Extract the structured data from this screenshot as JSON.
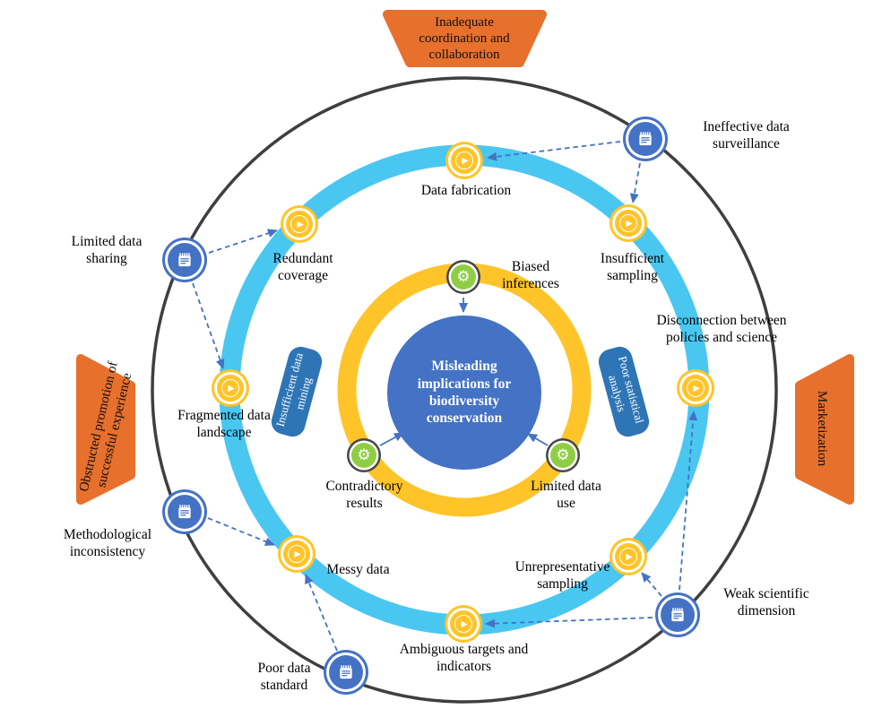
{
  "center": {
    "label": "Misleading implications for biodiversity conservation"
  },
  "banners": [
    {
      "label": "Inadequate coordination and collaboration"
    },
    {
      "label": "Marketization"
    },
    {
      "label": "Obstructed promotion of successful experience"
    }
  ],
  "ring_labels": [
    {
      "label": "Insufficient data mining"
    },
    {
      "label": "Poor statistical analysis"
    }
  ],
  "nodes": {
    "blue": [
      {
        "label": "Ineffective data surveillance"
      },
      {
        "label": "Limited data sharing"
      },
      {
        "label": "Methodological inconsistency"
      },
      {
        "label": "Poor data standard"
      },
      {
        "label": "Weak scientific dimension"
      }
    ],
    "yellow": [
      {
        "label": "Data fabrication"
      },
      {
        "label": "Insufficient sampling"
      },
      {
        "label": "Redundant coverage"
      },
      {
        "label": "Fragmented data landscape"
      },
      {
        "label": "Disconnection between policies and science"
      },
      {
        "label": "Messy data"
      },
      {
        "label": "Unrepresentative sampling"
      },
      {
        "label": "Ambiguous targets and indicators"
      }
    ],
    "green": [
      {
        "label": "Biased inferences"
      },
      {
        "label": "Contradictory results"
      },
      {
        "label": "Limited data use"
      }
    ]
  },
  "glyphs": {
    "play": "▶",
    "gear": "⚙"
  },
  "colors": {
    "orange": "#e8702d",
    "blue": "#4472c4",
    "cyan": "#49c7f1",
    "yellow": "#ffc429",
    "green": "#8fce44",
    "ring_label_blue": "#2e75b6",
    "outer_circle": "#3f3f3f"
  }
}
